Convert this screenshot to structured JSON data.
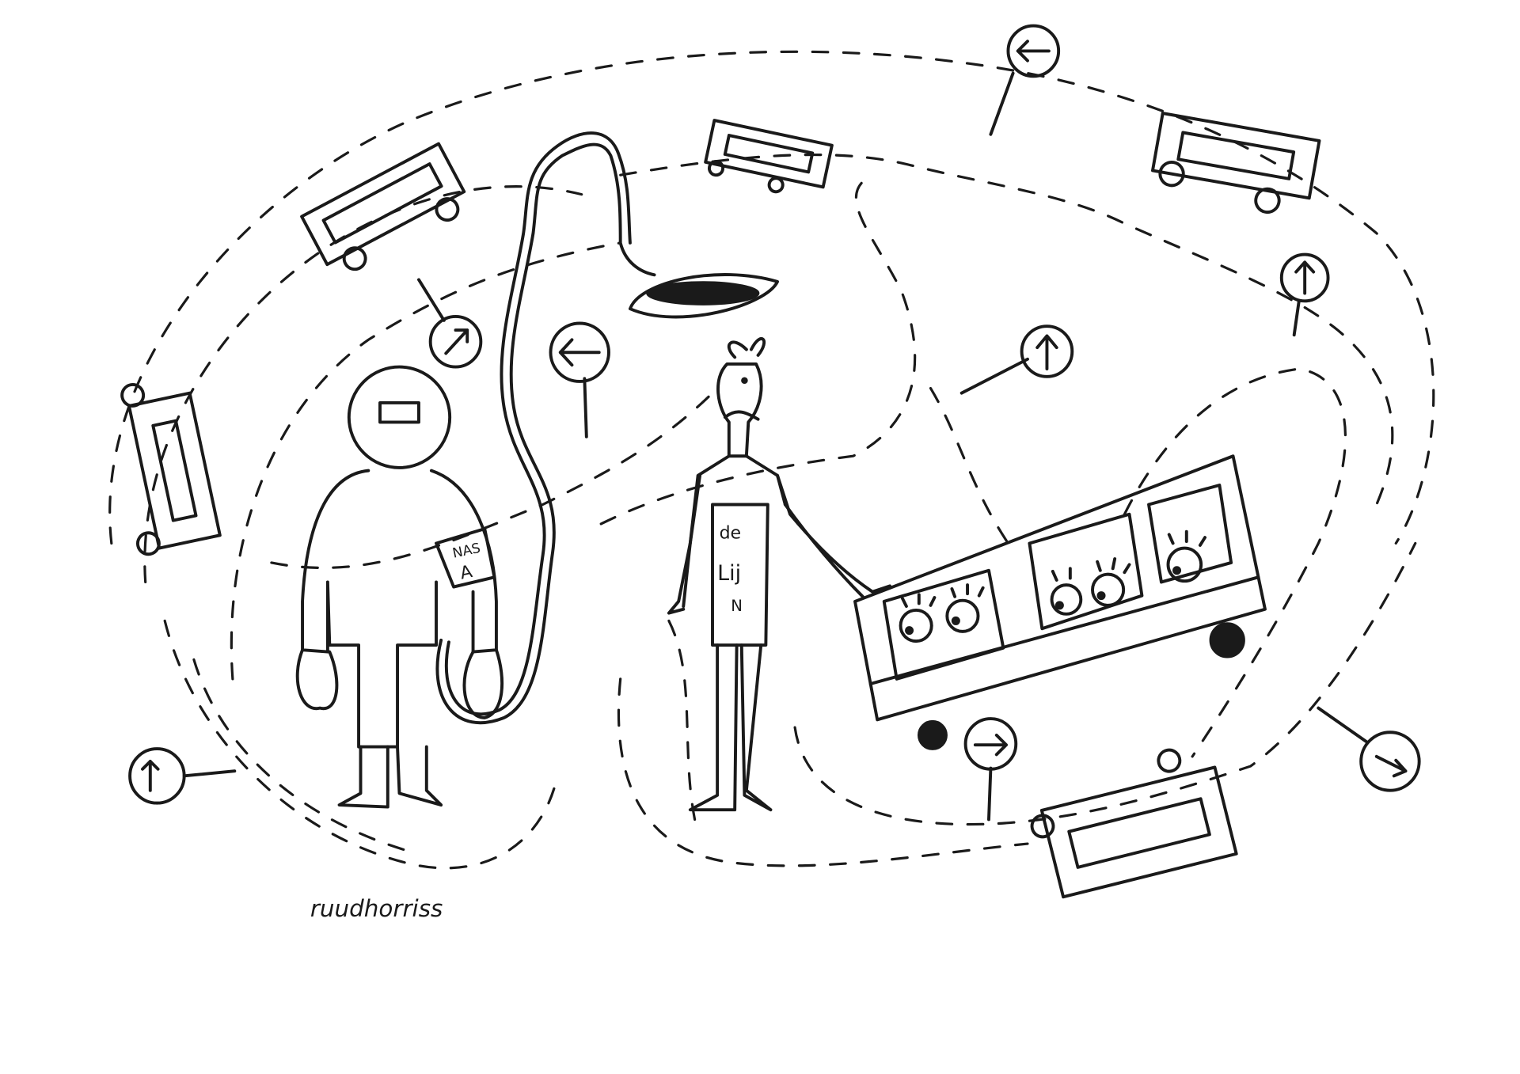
{
  "drawing": {
    "signature": "ruudhorriss",
    "astronaut_patch": {
      "line1": "NAS",
      "line2": "A"
    },
    "shirt_text": {
      "line1": "de",
      "line2": "Lij",
      "line3": "N"
    },
    "ink_color": "#1a1a1a",
    "paper_color": "#ffffff"
  }
}
